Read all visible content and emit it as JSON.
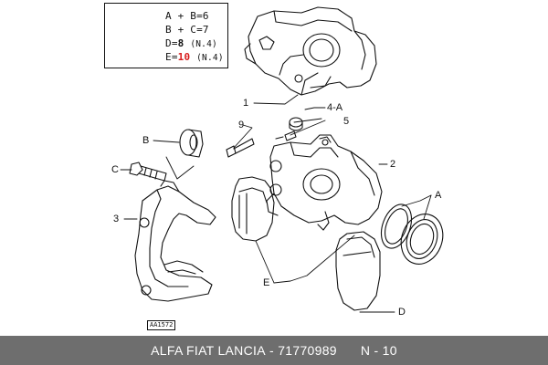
{
  "legend": {
    "line1": "A + B=6",
    "line2": "B + C=7",
    "line3_prefix": "D=",
    "line3_value": "8",
    "line3_note": "(N.4)",
    "line4_prefix": "E=",
    "line4_value": "10",
    "line4_note": "(N.4)"
  },
  "callouts": {
    "c1": "1",
    "c2": "2",
    "c3": "3",
    "c4a": "4-A",
    "c5": "5",
    "c9": "9",
    "cA": "A",
    "cB": "B",
    "cC": "C",
    "cD": "D",
    "cE": "E"
  },
  "ref_code": "AA1572",
  "footer": {
    "brands": "ALFA FIAT LANCIA",
    "separator": " - ",
    "part_number": "71770989",
    "page": "N - 10"
  }
}
